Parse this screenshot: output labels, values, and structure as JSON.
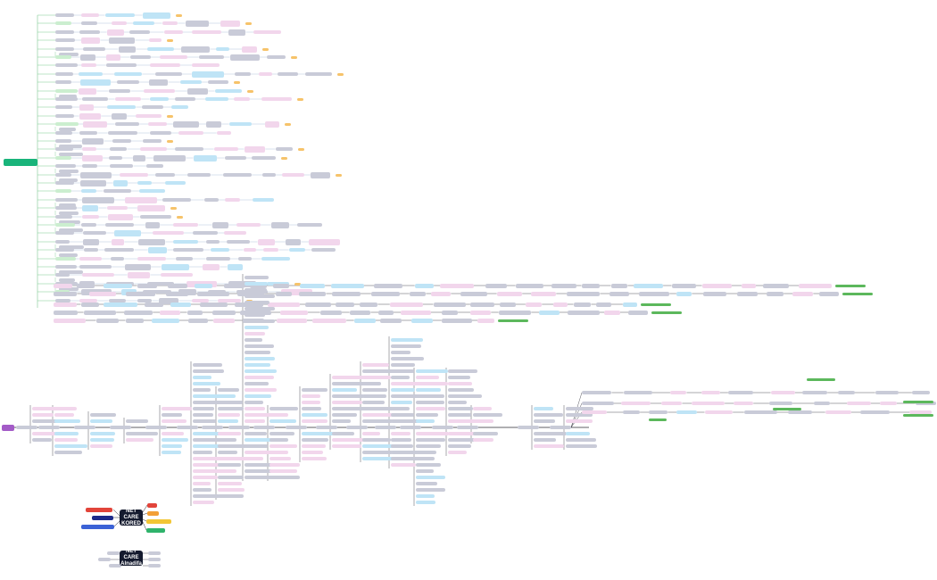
{
  "diagram": {
    "root_a_label": "",
    "root_b_label": "",
    "hub1": {
      "line1": "NET CARE",
      "line2": "KORED"
    },
    "hub2": {
      "line1": "NET CARE",
      "line2": "Alnadifa"
    },
    "legend_left": [
      "",
      "",
      ""
    ],
    "legend_right": [
      "",
      "",
      "",
      ""
    ]
  },
  "colors": {
    "gray": "#c9cbd8",
    "pink": "#f2d6ec",
    "cyan": "#bfe4f6",
    "green_light": "#cbeecf",
    "orange": "#f6c36a",
    "green_bar": "#5cb85c",
    "root_a": "#19b47a",
    "root_b": "#a35bc7",
    "wire_green": "#7cc98f",
    "wire_blue": "#9fb8d6",
    "wire_dark": "#2a2a33",
    "hub": "#141a2e",
    "legend_red": "#e2443a",
    "legend_navy": "#1d2a8a",
    "legend_blue": "#3b62d6",
    "legend_orange": "#f29f36",
    "legend_yellow": "#f2c635",
    "legend_green": "#2fb36b"
  }
}
